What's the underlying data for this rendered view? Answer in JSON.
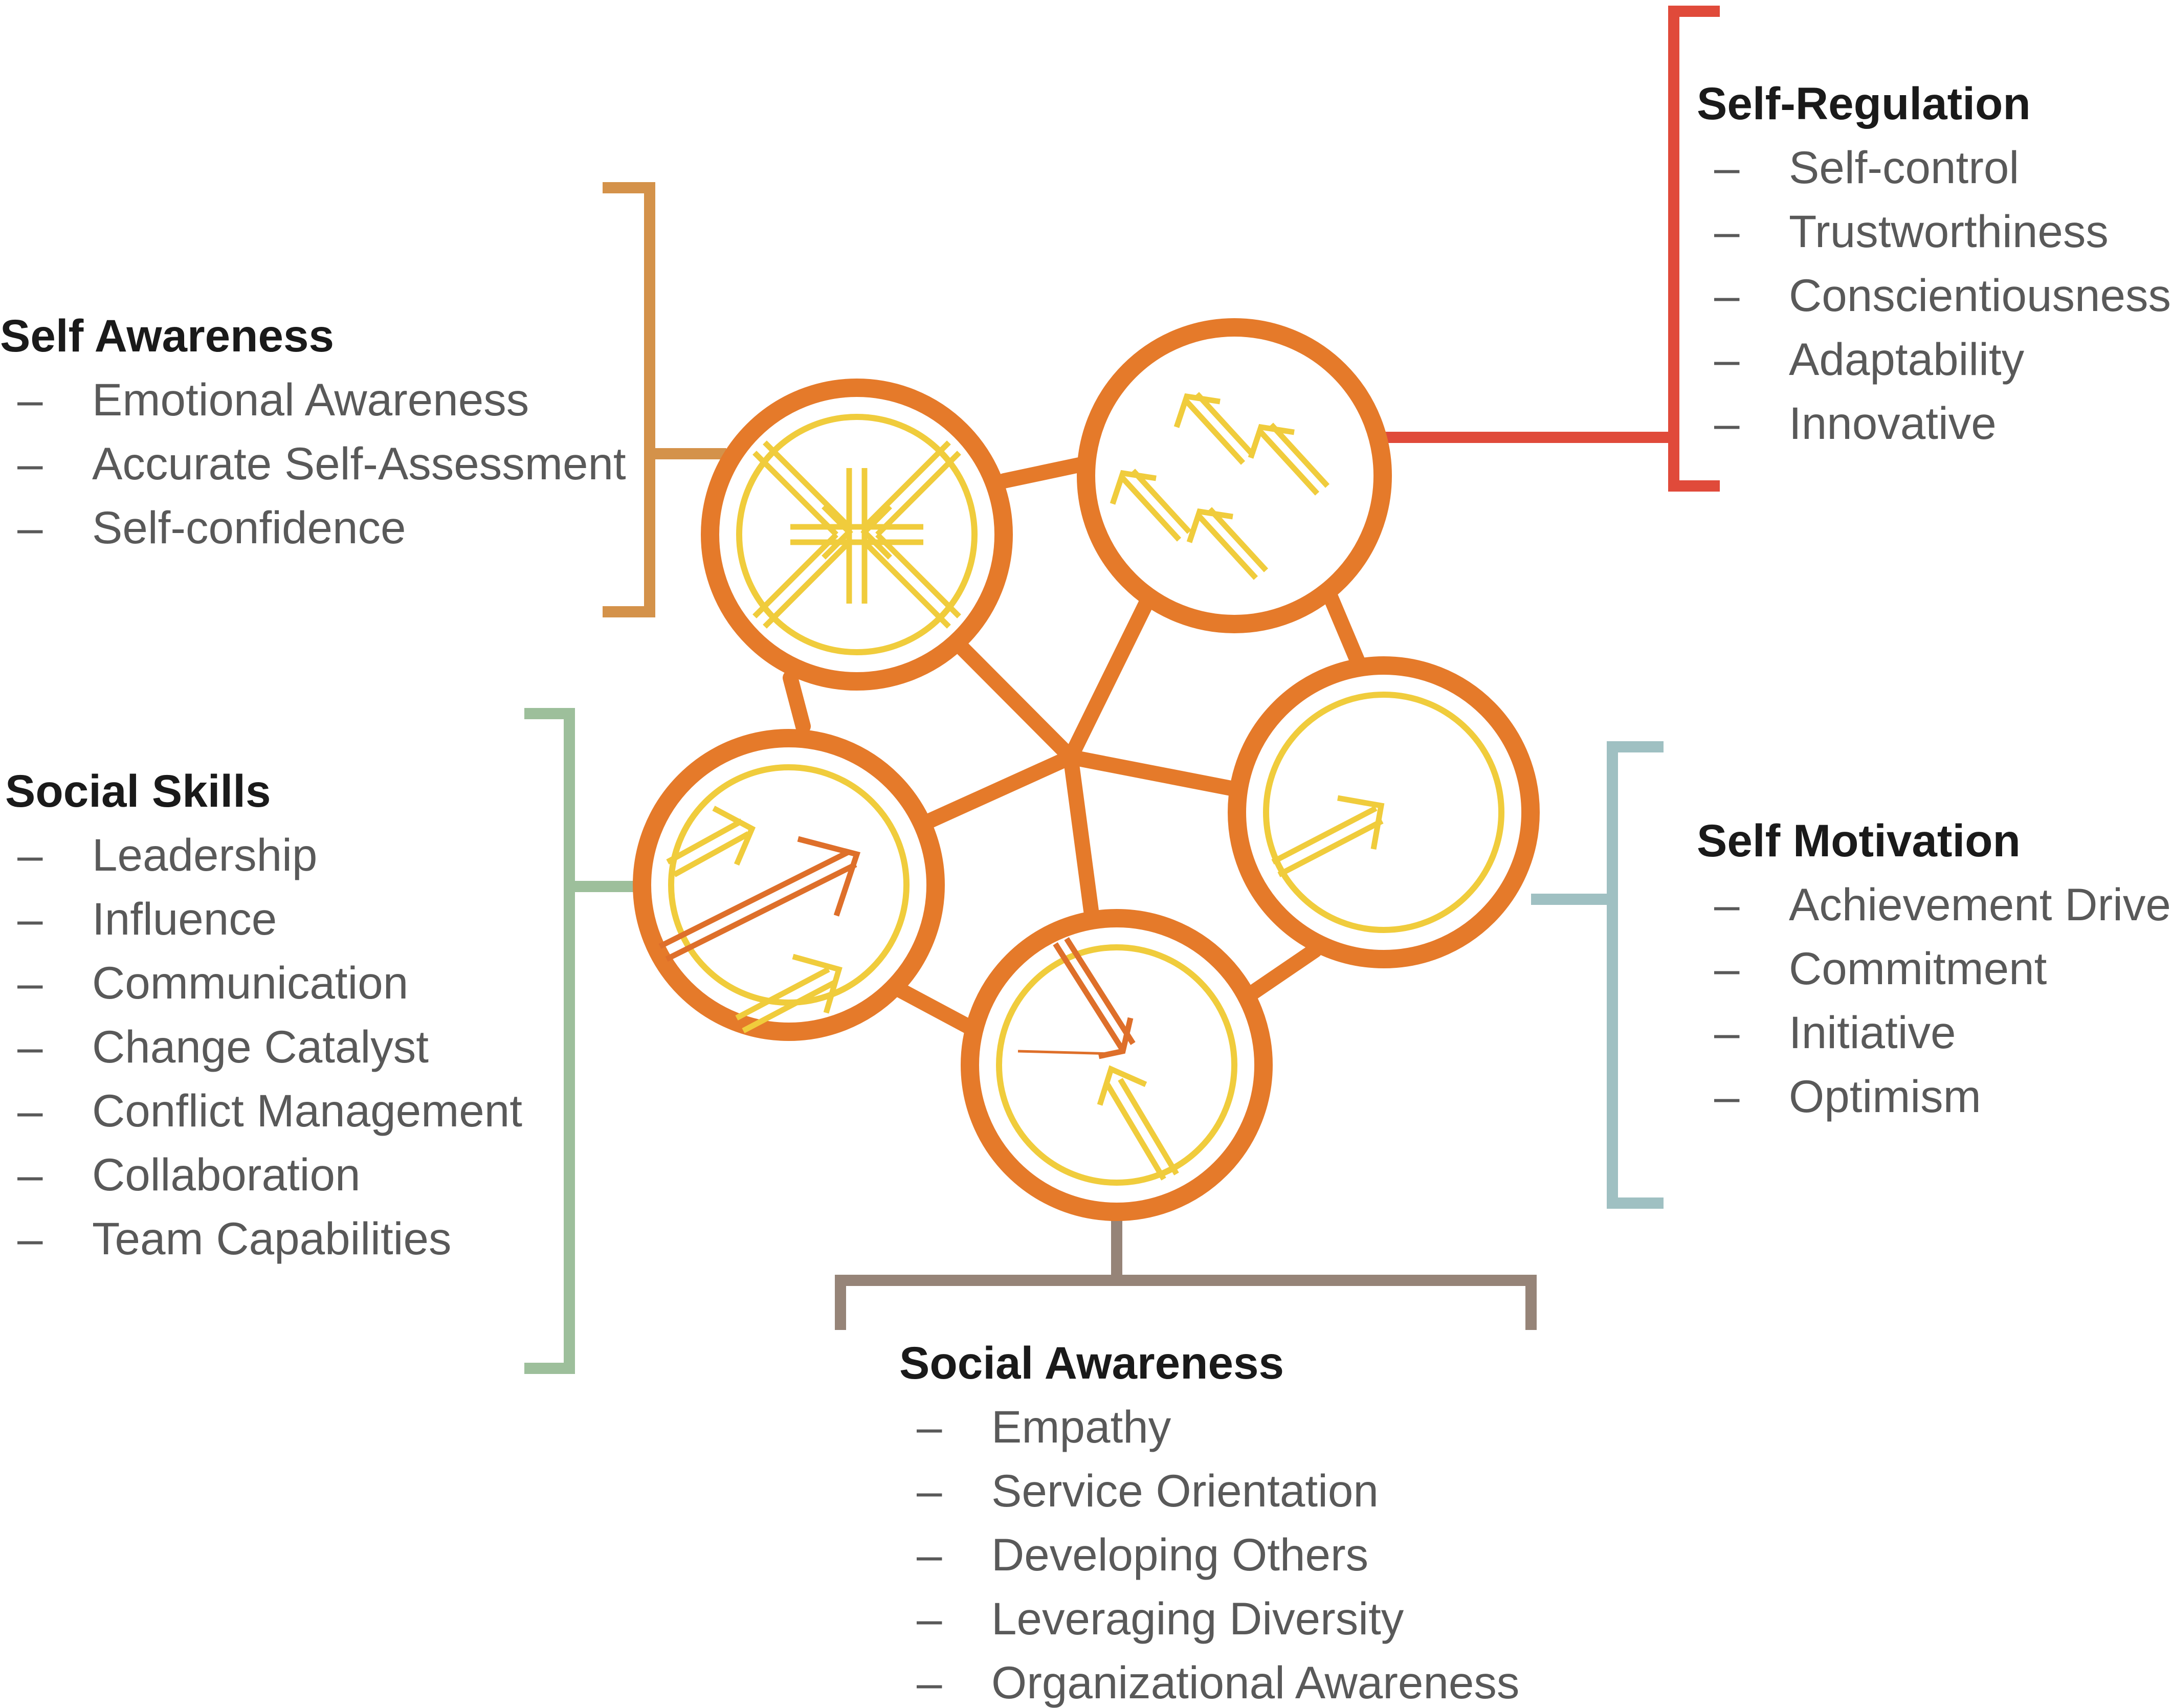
{
  "groups": {
    "self_awareness": {
      "title": "Self Awareness",
      "color": "#d4924a",
      "items": [
        "Emotional Awareness",
        "Accurate Self-Assessment",
        "Self-confidence"
      ]
    },
    "self_regulation": {
      "title": "Self-Regulation",
      "color": "#e04a3a",
      "items": [
        "Self-control",
        "Trustworthiness",
        "Conscientiousness",
        "Adaptability",
        "Innovative"
      ]
    },
    "social_skills": {
      "title": "Social Skills",
      "color": "#9dbf9b",
      "items": [
        "Leadership",
        "Influence",
        "Communication",
        "Change Catalyst",
        "Conflict Management",
        "Collaboration",
        "Team Capabilities"
      ]
    },
    "self_motivation": {
      "title": "Self Motivation",
      "color": "#9fc0c2",
      "items": [
        "Achievement Drive",
        "Commitment",
        "Initiative",
        "Optimism"
      ]
    },
    "social_awareness": {
      "title": "Social Awareness",
      "color": "#968478",
      "items": [
        "Empathy",
        "Service Orientation",
        "Developing Others",
        "Leveraging Diversity",
        "Organizational Awareness"
      ]
    }
  },
  "dash_glyph": "–",
  "colors": {
    "orange": "#e57a2a",
    "yellow": "#f0cc3c",
    "dark_orange": "#de6f2a"
  }
}
